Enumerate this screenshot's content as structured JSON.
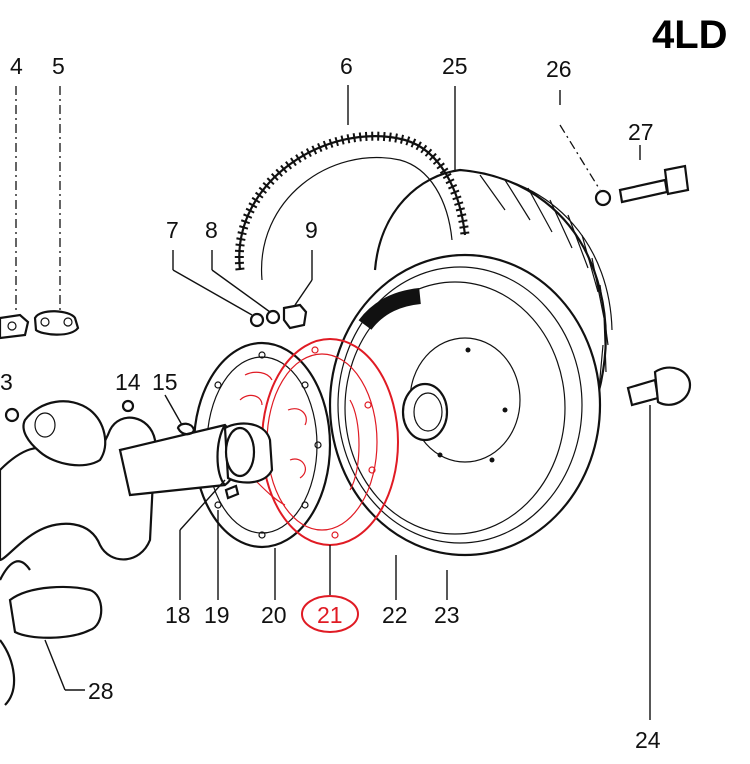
{
  "title": "4LD",
  "labels": {
    "p3": "3",
    "p4": "4",
    "p5": "5",
    "p6": "6",
    "p7": "7",
    "p8": "8",
    "p9": "9",
    "p14": "14",
    "p15": "15",
    "p18": "18",
    "p19": "19",
    "p20": "20",
    "p21": "21",
    "p22": "22",
    "p23": "23",
    "p24": "24",
    "p25": "25",
    "p26": "26",
    "p27": "27",
    "p28": "28"
  },
  "highlight": {
    "part": "21",
    "color": "#e01b24"
  }
}
